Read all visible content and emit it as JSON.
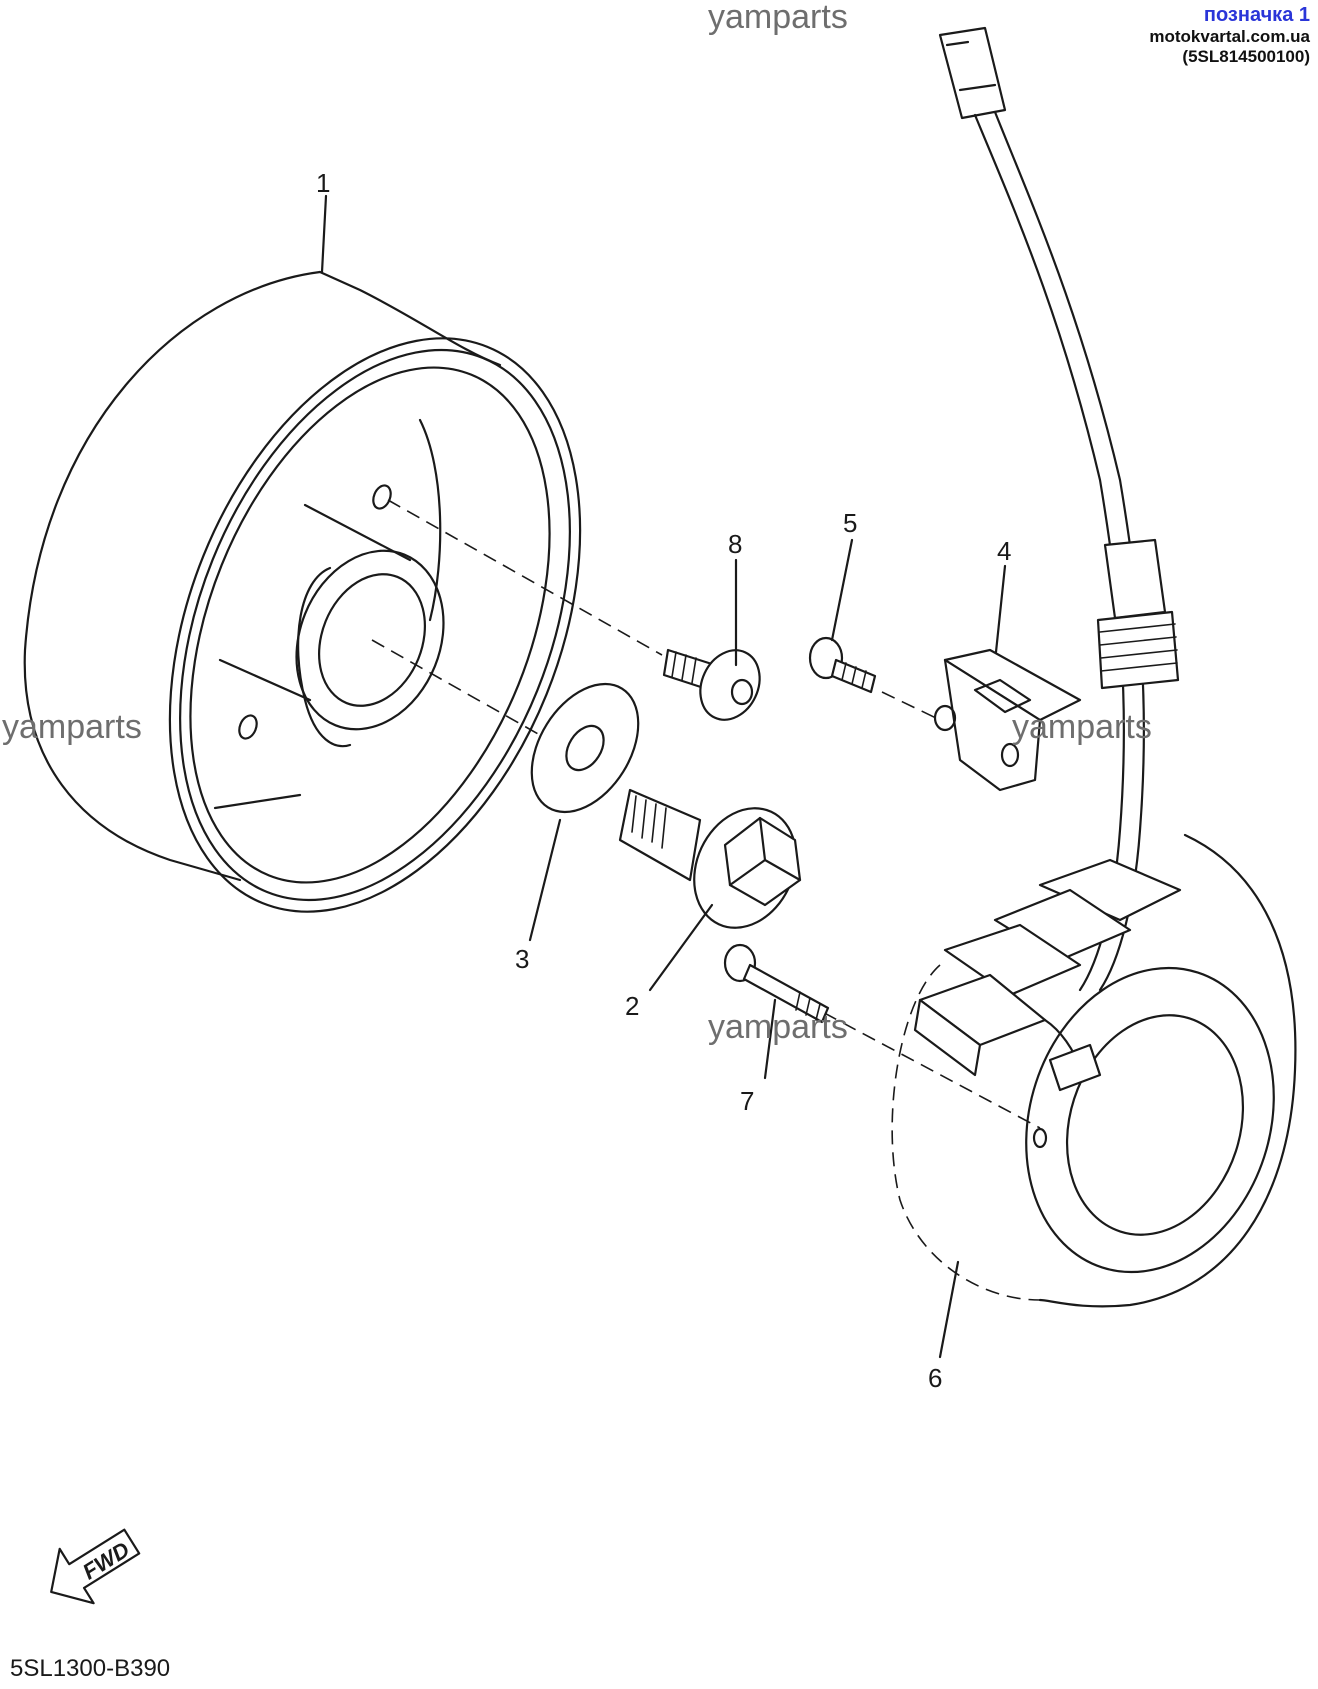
{
  "watermarks": [
    "yamparts",
    "yamparts",
    "yamparts",
    "yamparts"
  ],
  "badge": {
    "label": "позначка 1",
    "source": "motokvartal.com.ua (5SL814500100)"
  },
  "callouts": [
    "1",
    "2",
    "3",
    "4",
    "5",
    "6",
    "7",
    "8"
  ],
  "fwd_label": "FWD",
  "diagram_code": "5SL1300-B390"
}
